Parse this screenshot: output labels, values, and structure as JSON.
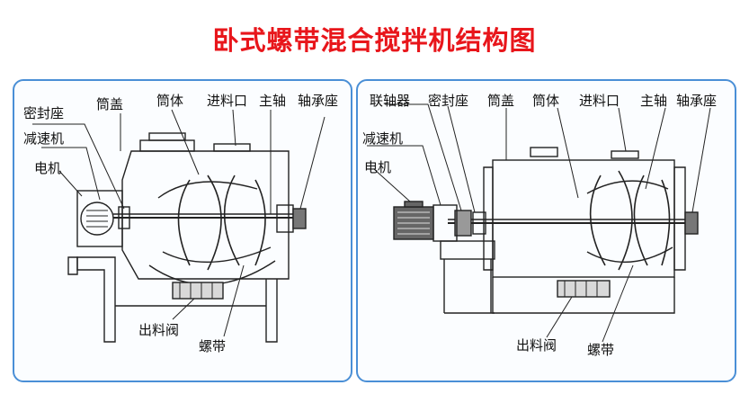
{
  "title": "卧式螺带混合搅拌机结构图",
  "colors": {
    "title": "#e8161b",
    "border": "#4a8fd6",
    "line": "#222222"
  },
  "left_panel": {
    "labels": {
      "seal_seat": "密封座",
      "cover": "筒盖",
      "barrel": "筒体",
      "inlet": "进料口",
      "main_shaft": "主轴",
      "bearing_seat": "轴承座",
      "reducer": "减速机",
      "motor": "电机",
      "discharge_valve": "出料阀",
      "ribbon": "螺带"
    }
  },
  "right_panel": {
    "labels": {
      "coupling": "联轴器",
      "seal_seat": "密封座",
      "cover": "筒盖",
      "barrel": "筒体",
      "inlet": "进料口",
      "main_shaft": "主轴",
      "bearing_seat": "轴承座",
      "reducer": "减速机",
      "motor": "电机",
      "discharge_valve": "出料阀",
      "ribbon": "螺带"
    }
  }
}
